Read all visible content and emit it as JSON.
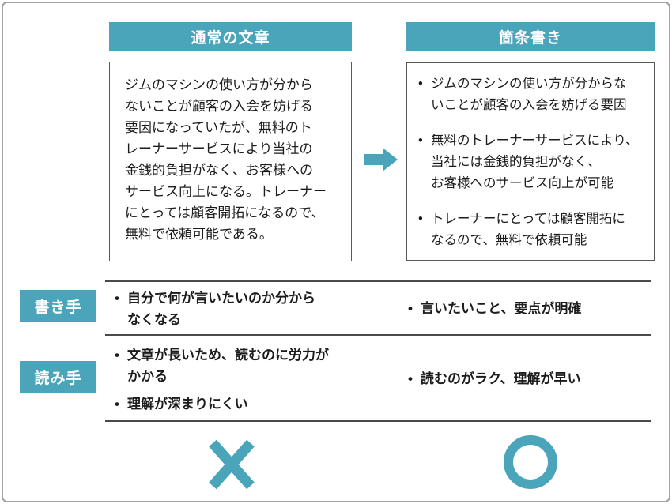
{
  "colors": {
    "accent_teal": "#4aa4ba",
    "text": "#1c1c1c",
    "frame_border": "#a3a3a3",
    "box_border": "#595959",
    "divider": "#4a4a4a"
  },
  "ui": {
    "bullet_glyph": "•"
  },
  "columns": {
    "normal": {
      "header": "通常の文章",
      "body": "ジムのマシンの使い方が分から\nないことが顧客の入会を妨げる\n要因になっていたが、無料のト\nレーナーサービスにより当社の\n金銭的負担がなく、お客様への\nサービス向上になる。トレーナー\nにとっては顧客開拓になるので、\n無料で依頼可能である。",
      "verdict_icon": "cross-mark"
    },
    "bullet": {
      "header": "箇条書き",
      "bullets": [
        "ジムのマシンの使い方が分からな\nいことが顧客の入会を妨げる要因",
        "無料のトレーナーサービスにより、\n当社には金銭的負担がなく、\nお客様へのサービス向上が可能",
        "トレーナーにとっては顧客開拓に\nなるので、無料で依頼可能"
      ],
      "verdict_icon": "circle-mark"
    }
  },
  "rows": {
    "writer": {
      "label": "書き手",
      "normal_bullets": [
        "自分で何が言いたいのか分から\nなくなる"
      ],
      "bullet_bullets": [
        "言いたいこと、要点が明確"
      ]
    },
    "reader": {
      "label": "読み手",
      "normal_bullets": [
        "文章が長いため、読むのに労力が\nかかる",
        "理解が深まりにくい"
      ],
      "bullet_bullets": [
        "読むのがラク、理解が早い"
      ]
    }
  }
}
